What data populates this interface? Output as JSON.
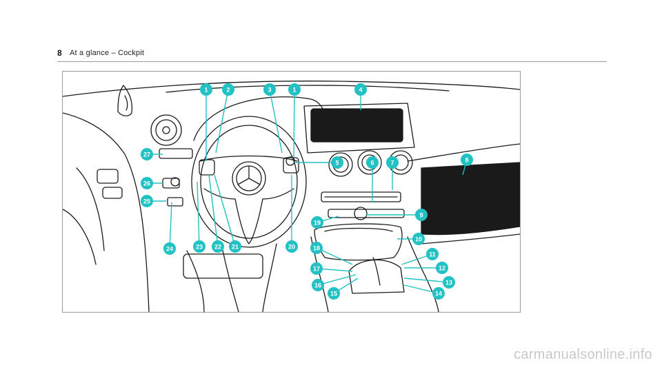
{
  "header": {
    "page_number": "8",
    "section_title": "At a glance – Cockpit"
  },
  "figure": {
    "accent_color": "#22c1c3",
    "line_color": "#1a1a1a",
    "callouts": [
      "1",
      "2",
      "3",
      "1",
      "4",
      "5",
      "6",
      "7",
      "8",
      "9",
      "10",
      "11",
      "12",
      "13",
      "14",
      "15",
      "16",
      "17",
      "18",
      "19",
      "20",
      "21",
      "22",
      "23",
      "24",
      "25",
      "26",
      "27"
    ]
  },
  "footer": {
    "watermark": "carmanualsonline.info"
  }
}
